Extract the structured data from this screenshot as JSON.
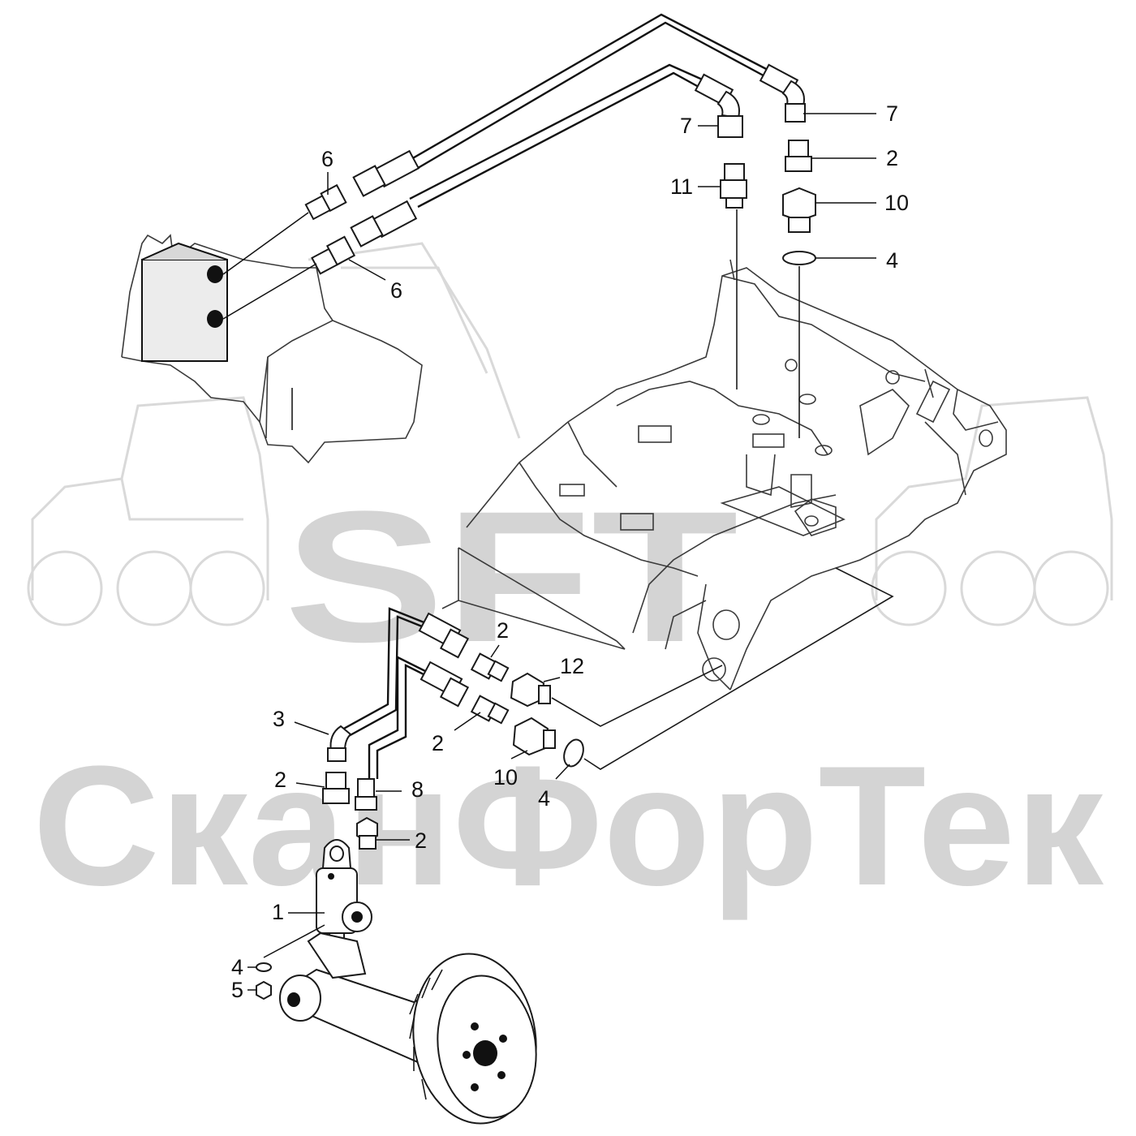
{
  "watermark": {
    "logo_text": "SFT",
    "brand_text": "СканФорТек"
  },
  "callouts": [
    {
      "id": "c7a",
      "text": "7"
    },
    {
      "id": "c7b",
      "text": "7"
    },
    {
      "id": "c2a",
      "text": "2"
    },
    {
      "id": "c11",
      "text": "11"
    },
    {
      "id": "c10a",
      "text": "10"
    },
    {
      "id": "c4a",
      "text": "4"
    },
    {
      "id": "c6a",
      "text": "6"
    },
    {
      "id": "c6b",
      "text": "6"
    },
    {
      "id": "c2b",
      "text": "2"
    },
    {
      "id": "c12",
      "text": "12"
    },
    {
      "id": "c3",
      "text": "3"
    },
    {
      "id": "c2c",
      "text": "2"
    },
    {
      "id": "c10b",
      "text": "10"
    },
    {
      "id": "c4b",
      "text": "4"
    },
    {
      "id": "c2d",
      "text": "2"
    },
    {
      "id": "c8",
      "text": "8"
    },
    {
      "id": "c2e",
      "text": "2"
    },
    {
      "id": "c1",
      "text": "1"
    },
    {
      "id": "c4c",
      "text": "4"
    },
    {
      "id": "c5",
      "text": "5"
    }
  ]
}
